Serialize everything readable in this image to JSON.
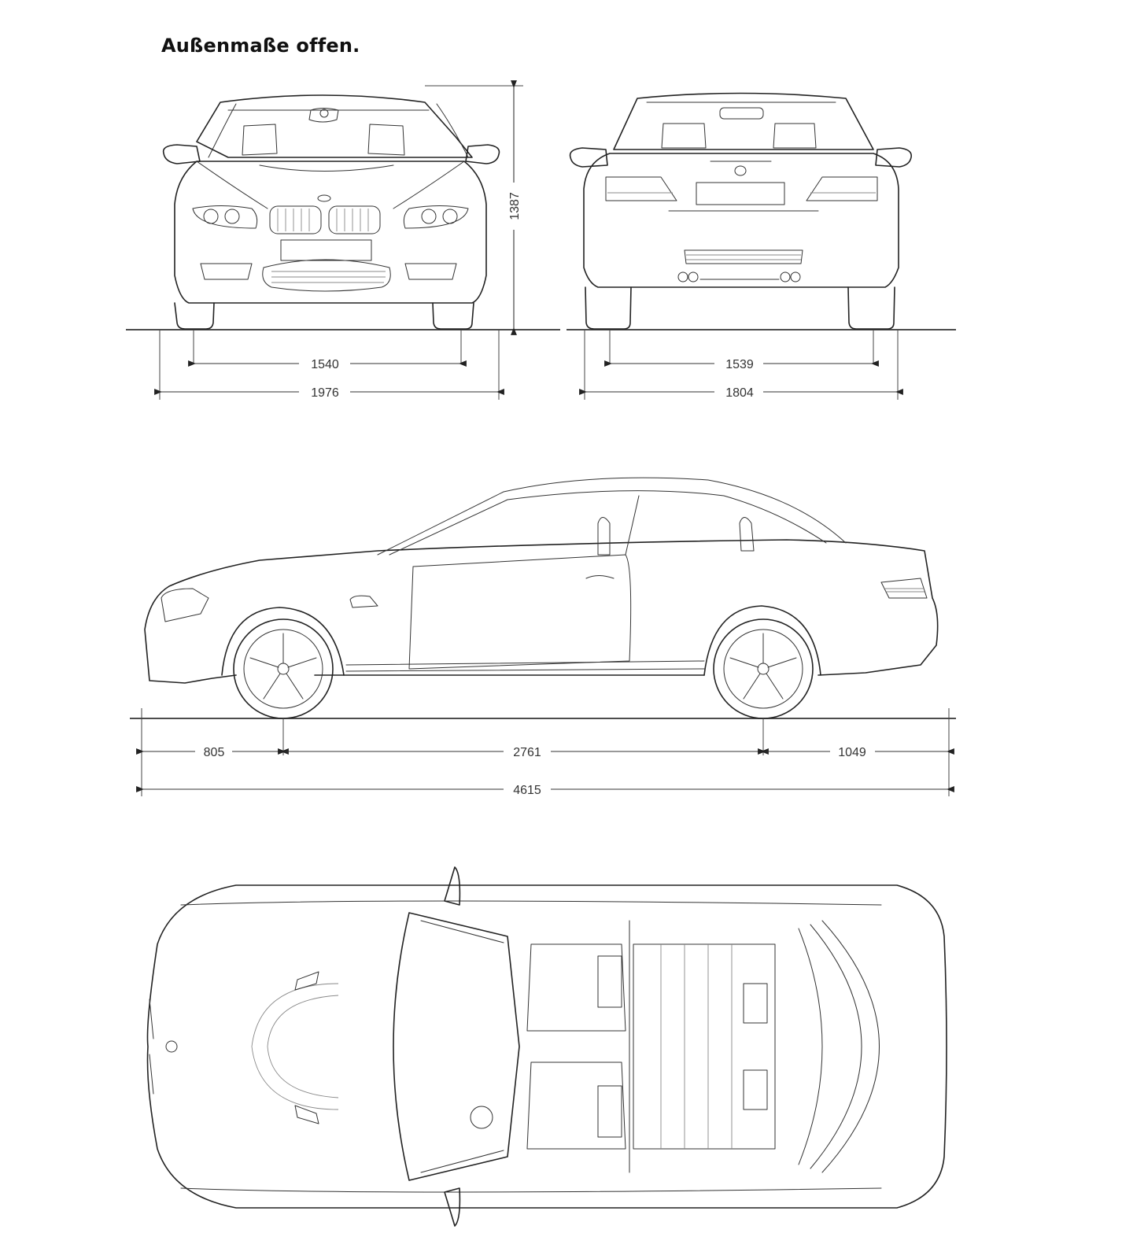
{
  "title": "Außenmaße offen.",
  "views": {
    "front": {
      "label": "front-view",
      "dimensions": {
        "height": "1387",
        "track": "1540",
        "width_incl_mirrors": "1976"
      }
    },
    "rear": {
      "label": "rear-view",
      "dimensions": {
        "track": "1539",
        "width": "1804"
      }
    },
    "side": {
      "label": "side-view",
      "dimensions": {
        "front_overhang": "805",
        "wheelbase": "2761",
        "rear_overhang": "1049",
        "length": "4615"
      }
    },
    "top": {
      "label": "top-view"
    }
  },
  "colors": {
    "line": "#222222",
    "background": "#ffffff"
  }
}
